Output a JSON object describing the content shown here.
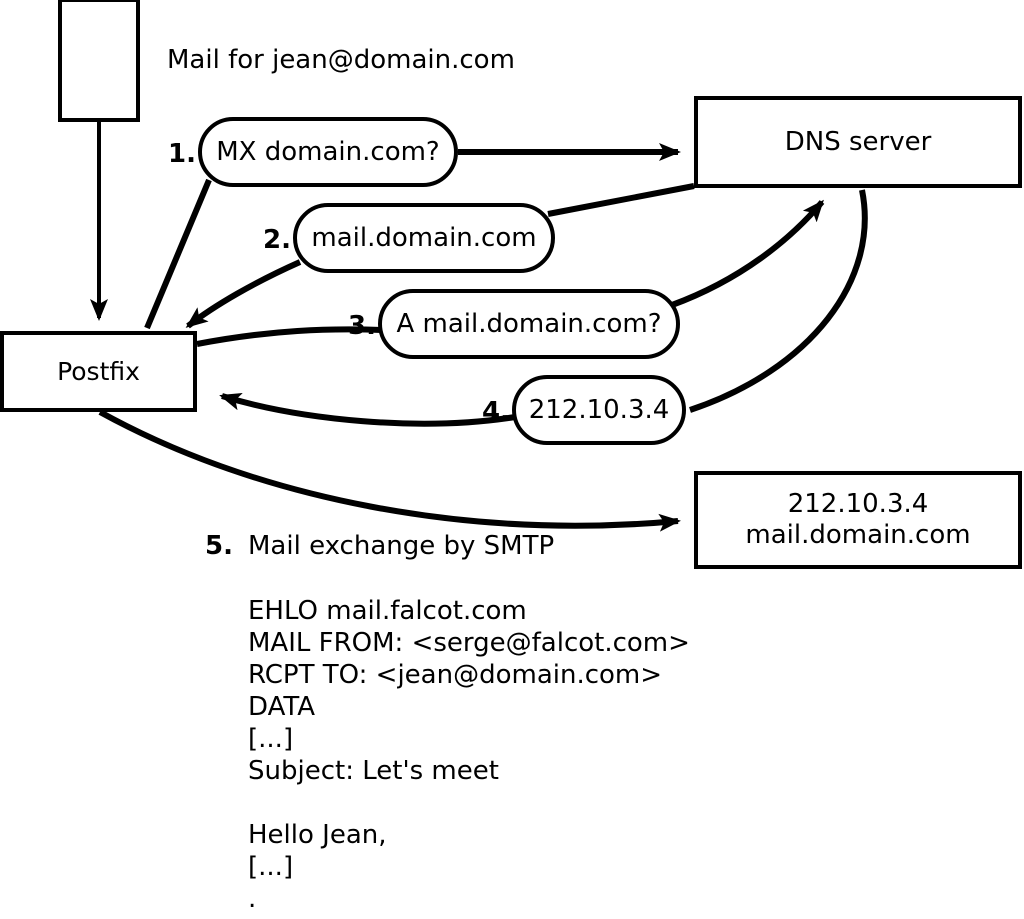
{
  "diagram": {
    "title_note": "Mail for jean@domain.com",
    "nodes": {
      "sender_box": "",
      "postfix": "Postfix",
      "dns_server": "DNS server",
      "mail_server_line1": "212.10.3.4",
      "mail_server_line2": "mail.domain.com"
    },
    "steps": [
      {
        "num": "1.",
        "label": "MX domain.com?"
      },
      {
        "num": "2.",
        "label": "mail.domain.com"
      },
      {
        "num": "3.",
        "label": "A mail.domain.com?"
      },
      {
        "num": "4.",
        "label": "212.10.3.4"
      },
      {
        "num": "5.",
        "label": "Mail exchange by SMTP"
      }
    ],
    "smtp_transcript": [
      "EHLO mail.falcot.com",
      "MAIL FROM: <serge@falcot.com>",
      "RCPT TO: <jean@domain.com>",
      "DATA",
      "[...]",
      "Subject: Let's meet",
      "",
      "Hello Jean,",
      "[...]",
      "."
    ],
    "colors": {
      "stroke": "#000000",
      "fill": "#ffffff",
      "text": "#000000"
    }
  }
}
